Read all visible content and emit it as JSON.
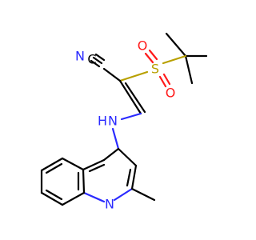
{
  "molecule": {
    "atoms": {
      "nitrile_carbon": {
        "label": "C",
        "color": "#000000"
      },
      "nitrile_nitrogen": {
        "label": "N",
        "color": "#2a2aff"
      },
      "sulfur": {
        "label": "S",
        "color": "#b8a000"
      },
      "oxygen_upper": {
        "label": "O",
        "color": "#ff1a1a"
      },
      "oxygen_lower": {
        "label": "O",
        "color": "#ff1a1a"
      },
      "amine_nitrogen": {
        "label": "N",
        "color": "#2a2aff"
      },
      "amine_hydrogen": {
        "label": "H",
        "color": "#2a2aff"
      },
      "ring_nitrogen": {
        "label": "N",
        "color": "#2a2aff"
      }
    }
  }
}
